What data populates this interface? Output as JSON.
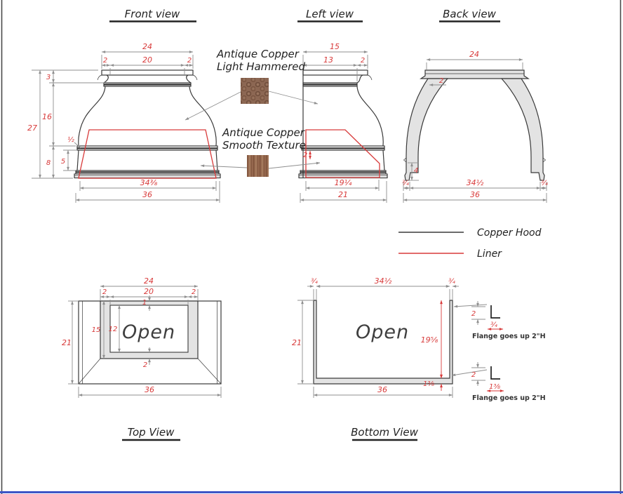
{
  "drawing_title": "Copper range hood shop drawing",
  "colors": {
    "line": "#3a3a3a",
    "dimension_line": "#8f8f8f",
    "dimension_text": "#d83a3a",
    "gray_fill": "#e3e3e3",
    "copper_hammered": "#8c6753",
    "copper_smooth": "#95674e",
    "page_bottom_border": "#3d55c6"
  },
  "views": {
    "front": {
      "title": "Front view",
      "dims": {
        "top_width": "24",
        "top_left": "2",
        "top_center": "20",
        "top_right": "2",
        "overall_height": "27",
        "crown_height": "3",
        "body_height": "16",
        "base_height": "8",
        "apron_height": "5",
        "trim": "½",
        "liner_width": "34⅜",
        "overall_width": "36"
      }
    },
    "left": {
      "title": "Left view",
      "dims": {
        "top_depth": "15",
        "top_main": "13",
        "top_edge": "2",
        "liner_offset": "2",
        "liner_depth": "19¼",
        "overall_depth": "21"
      }
    },
    "back": {
      "title": "Back view",
      "dims": {
        "top_width": "24",
        "wall_offset": "2",
        "foot_height": "4",
        "side_left": "¾",
        "inner_width": "34½",
        "side_right": "¾",
        "overall_width": "36"
      }
    },
    "top": {
      "title": "Top View",
      "open_label": "Open",
      "dims": {
        "frame_width": "24",
        "border_left": "2",
        "opening_width": "20",
        "border_right": "2",
        "overall_depth": "21",
        "frame_depth": "15",
        "opening_depth": "12",
        "border_front": "1",
        "border_back": "2",
        "overall_width": "36"
      }
    },
    "bottom": {
      "title": "Bottom View",
      "open_label": "Open",
      "dims": {
        "wall_left": "¾",
        "inner_width": "34½",
        "wall_right": "¾",
        "overall_depth": "21",
        "inner_depth": "19⅝",
        "bottom_wall": "1⅜",
        "overall_width": "36"
      }
    }
  },
  "materials": [
    {
      "label_line1": "Antique Copper",
      "label_line2": "Light Hammered",
      "texture": "hammered"
    },
    {
      "label_line1": "Antique Copper",
      "label_line2": "Smooth Texture",
      "texture": "smooth"
    }
  ],
  "legend": {
    "items": [
      {
        "label": "Copper Hood",
        "color": "#3a3a3a"
      },
      {
        "label": "Liner",
        "color": "#d83a3a"
      }
    ]
  },
  "flange": [
    {
      "height": "2",
      "width": "¾",
      "note": "Flange goes up 2\"H"
    },
    {
      "height": "2",
      "width": "1⅜",
      "note": "Flange goes up 2\"H"
    }
  ]
}
